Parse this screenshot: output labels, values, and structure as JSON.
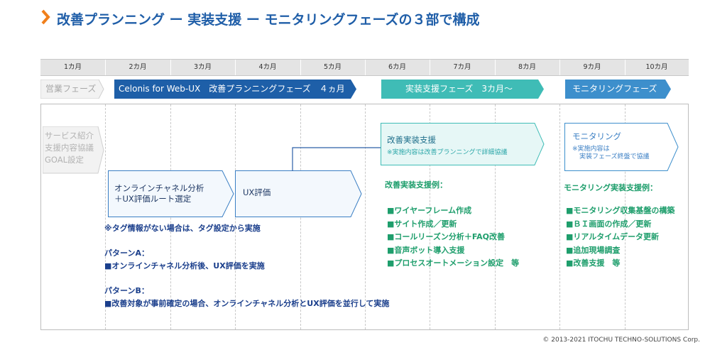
{
  "title": "改善プランニング ー 実装支援 ー モニタリングフェーズの３部で構成",
  "months": [
    "1カ月",
    "2カ月",
    "3カ月",
    "4カ月",
    "5カ月",
    "6カ月",
    "7カ月",
    "8カ月",
    "9カ月",
    "10カ月"
  ],
  "phases": {
    "sales": "営業フェーズ",
    "planning": "Celonis for Web-UX　改善プランニングフェーズ　４ヵ月",
    "implementation": "実装支援フェーズ　3カ月〜",
    "monitoring": "モニタリングフェーズ"
  },
  "sales_box": [
    "サービス紹介",
    "支援内容協議",
    "GOAL設定"
  ],
  "online_box": [
    "オンラインチャネル分析",
    "＋UX評価ルート選定"
  ],
  "ux_box": "UX評価",
  "impl_box": {
    "title": "改善実装支援",
    "note": "※実施内容は改善プランニングで詳細協議"
  },
  "monitor_box": {
    "title": "モニタリング",
    "note1": "※実施内容は",
    "note2": "実装フェーズ終盤で協議"
  },
  "impl_examples": {
    "heading": "改善実装支援例：",
    "items": [
      "■ワイヤーフレーム作成",
      "■サイト作成／更新",
      "■コールリーズン分析＋FAQ改善",
      "■音声ボット導入支援",
      "■プロセスオートメーション設定　等"
    ]
  },
  "monitor_examples": {
    "heading": "モニタリング実装支援例：",
    "items": [
      "■モニタリング収集基盤の構築",
      "■ＢＩ画面の作成／更新",
      "■リアルタイムデータ更新",
      "■追加現場調査",
      "■改善支援　等"
    ]
  },
  "notes": {
    "tag": "※タグ情報がない場合は、タグ設定から実施",
    "patternA_label": "パターンA：",
    "patternA_text": "■オンラインチャネル分析後、UX評価を実施",
    "patternB_label": "パターンB：",
    "patternB_text": "■改善対象が事前確定の場合、オンラインチャネル分析とUX評価を並行して実施"
  },
  "copyright": "© 2013-2021 ITOCHU TECHNO-SOLUTIONS Corp.",
  "colors": {
    "title": "#1f5ea8",
    "accent": "#f07f1b",
    "planning": "#1e5fa8",
    "implementation": "#3fbcb6",
    "monitoring": "#3d8fcc",
    "green_text": "#1e9e6c",
    "navy_text": "#1b3f8c"
  }
}
